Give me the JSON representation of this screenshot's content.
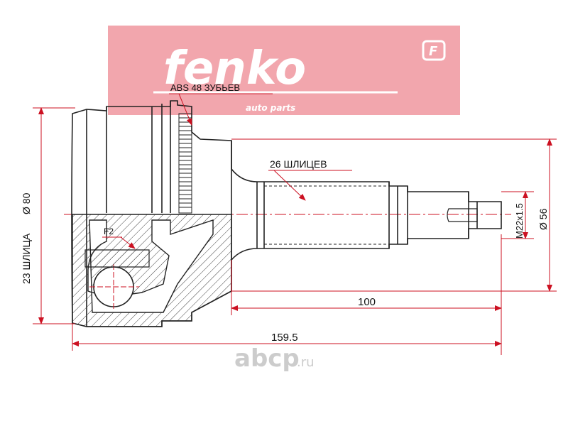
{
  "brand": {
    "name": "fenko",
    "tagline": "auto parts",
    "badge": "F",
    "color": "#f2a6ad"
  },
  "callouts": {
    "abs": "ABS 48 ЗУБЬЕВ",
    "splines_shaft": "26 ШЛИЦЕВ",
    "f2": "F2"
  },
  "dimensions": {
    "left_diameter": "Ø 80",
    "left_splines": "23 ШЛИЦА",
    "thread": "M22x1.5",
    "right_diameter": "Ø 56",
    "shaft_length": "100",
    "total_length": "159.5"
  },
  "watermark": {
    "text": "abcp",
    "suffix": ".ru"
  },
  "colors": {
    "line": "#222222",
    "dimension": "#cc1122",
    "watermark": "#cccccc"
  }
}
